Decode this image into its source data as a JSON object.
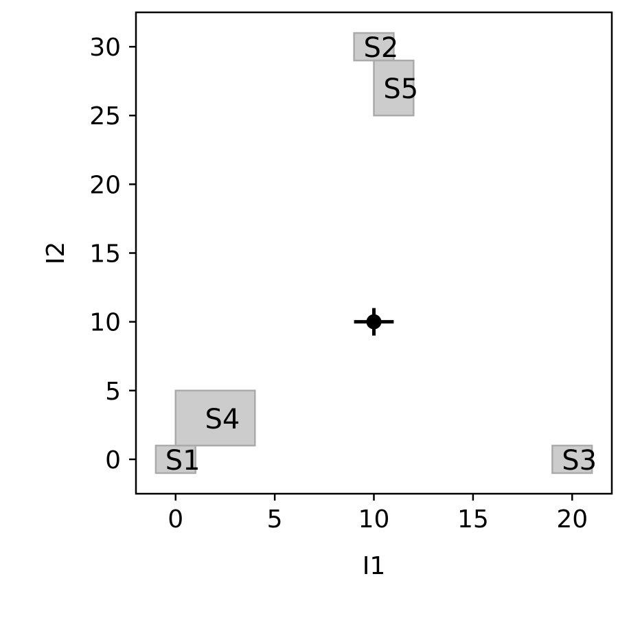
{
  "chart_data": {
    "type": "scatter",
    "title": "",
    "xlabel": "I1",
    "ylabel": "I2",
    "xlim": [
      -2,
      22
    ],
    "ylim": [
      -2.5,
      32.5
    ],
    "xticks": [
      0,
      5,
      10,
      15,
      20
    ],
    "yticks": [
      0,
      5,
      10,
      15,
      20,
      25,
      30
    ],
    "grid": false,
    "box_fill": "#cccccc",
    "box_edge": "#aaaaaa",
    "point_color": "#000000",
    "boxes": [
      {
        "label": "S1",
        "x": [
          -1,
          1
        ],
        "y": [
          -1,
          1
        ]
      },
      {
        "label": "S2",
        "x": [
          9,
          11
        ],
        "y": [
          29,
          31
        ]
      },
      {
        "label": "S3",
        "x": [
          19,
          21
        ],
        "y": [
          -1,
          1
        ]
      },
      {
        "label": "S4",
        "x": [
          0,
          4
        ],
        "y": [
          1,
          5
        ]
      },
      {
        "label": "S5",
        "x": [
          10,
          12
        ],
        "y": [
          25,
          29
        ]
      }
    ],
    "points": [
      {
        "x": 10,
        "y": 10,
        "xerr": 1,
        "yerr": 1
      }
    ]
  }
}
